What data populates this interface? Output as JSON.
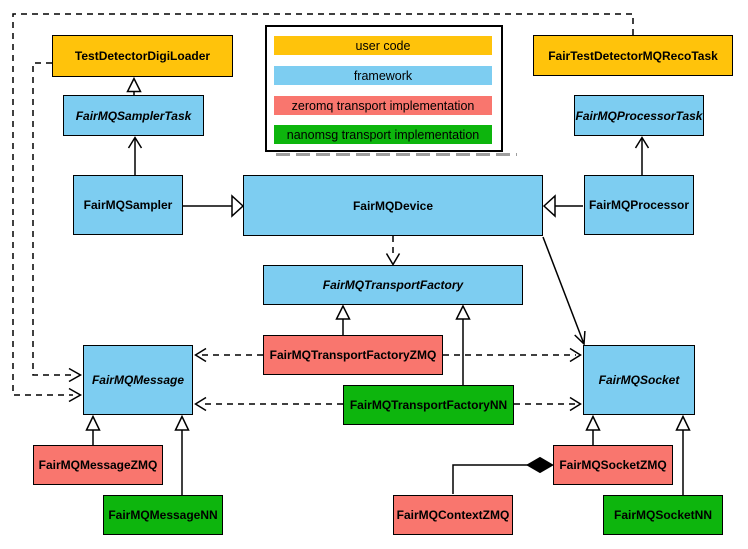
{
  "colors": {
    "user_code": "#FFC30B",
    "framework": "#7DCDF1",
    "zeromq": "#F9766E",
    "nanomsg": "#0DB50D",
    "line": "#000000",
    "shadow": "#9E9E9E"
  },
  "legend": {
    "items": [
      {
        "label": "user code",
        "type": "user_code"
      },
      {
        "label": "framework",
        "type": "framework"
      },
      {
        "label": "zeromq transport implementation",
        "type": "zeromq"
      },
      {
        "label": "nanomsg transport implementation",
        "type": "nanomsg"
      }
    ]
  },
  "nodes": {
    "digi_loader": {
      "label": "TestDetectorDigiLoader",
      "type": "user_code"
    },
    "reco_task": {
      "label": "FairTestDetectorMQRecoTask",
      "type": "user_code"
    },
    "sampler_task": {
      "label": "FairMQSamplerTask",
      "type": "framework",
      "abstract": true
    },
    "processor_task": {
      "label": "FairMQProcessorTask",
      "type": "framework",
      "abstract": true
    },
    "sampler": {
      "label": "FairMQSampler",
      "type": "framework"
    },
    "device": {
      "label": "FairMQDevice",
      "type": "framework"
    },
    "processor": {
      "label": "FairMQProcessor",
      "type": "framework"
    },
    "transport_factory": {
      "label": "FairMQTransportFactory",
      "type": "framework",
      "abstract": true
    },
    "transport_factory_zmq": {
      "label": "FairMQTransportFactoryZMQ",
      "type": "zeromq"
    },
    "transport_factory_nn": {
      "label": "FairMQTransportFactoryNN",
      "type": "nanomsg"
    },
    "message": {
      "label": "FairMQMessage",
      "type": "framework",
      "abstract": true
    },
    "socket": {
      "label": "FairMQSocket",
      "type": "framework",
      "abstract": true
    },
    "message_zmq": {
      "label": "FairMQMessageZMQ",
      "type": "zeromq"
    },
    "message_nn": {
      "label": "FairMQMessageNN",
      "type": "nanomsg"
    },
    "context_zmq": {
      "label": "FairMQContextZMQ",
      "type": "zeromq"
    },
    "socket_zmq": {
      "label": "FairMQSocketZMQ",
      "type": "zeromq"
    },
    "socket_nn": {
      "label": "FairMQSocketNN",
      "type": "nanomsg"
    }
  }
}
